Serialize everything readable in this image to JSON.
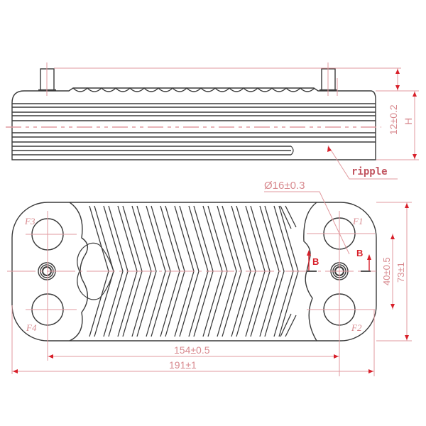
{
  "drawing": {
    "title": "Brazed plate heat exchanger dimension drawing",
    "colors": {
      "outline": "#3a3a3a",
      "dimension": "#e19a9f",
      "section_marker": "#d8202a"
    },
    "side_view": {
      "annotations": {
        "plate_thickness": "12±0.2",
        "height": "H",
        "surface_label": "ripple"
      }
    },
    "plan_view": {
      "ports": {
        "top_left": "F3",
        "bottom_left": "F4",
        "top_right": "F1",
        "bottom_right": "F2"
      },
      "port_diameter": "Ø16±0.3",
      "section_left": "B",
      "section_right": "B",
      "vertical_port_spacing": "40±0.5",
      "overall_width": "73±1",
      "port_center_distance": "154±0.5",
      "overall_length": "191±1"
    }
  }
}
